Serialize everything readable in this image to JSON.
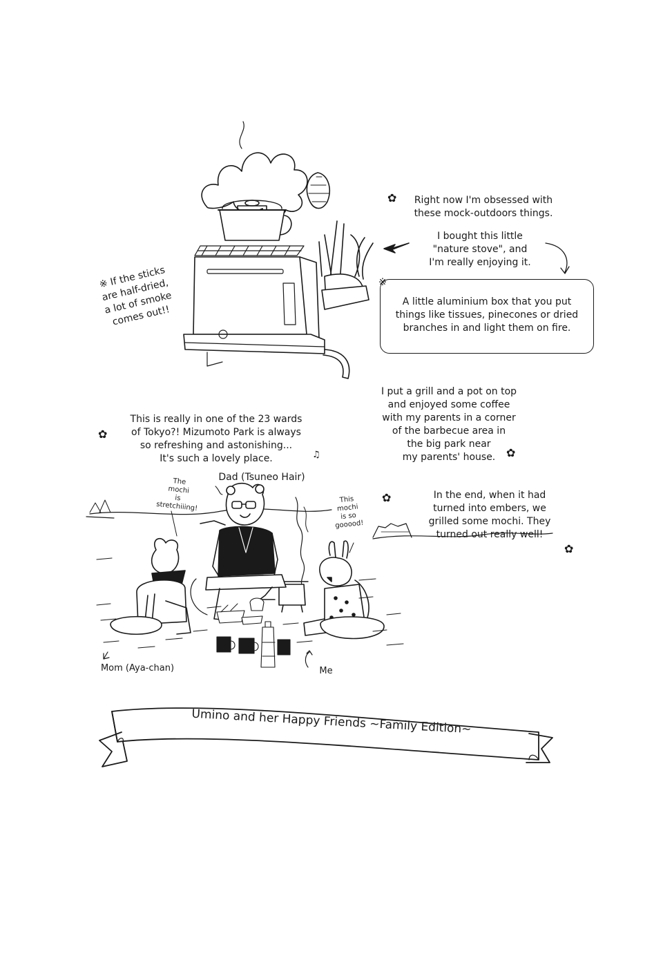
{
  "stove_caption": [
    "Right now I'm obsessed with",
    "these mock-outdoors things."
  ],
  "stove_intro": [
    "I bought this little",
    "\"nature stove\", and",
    "I'm really enjoying it."
  ],
  "note_marker": "※",
  "note_box": [
    "A little aluminium box that you put",
    "things like tissues, pinecones or dried",
    "branches in and light them on fire."
  ],
  "smoke_note": [
    "※ If the sticks",
    "are half-dried,",
    "a lot of smoke",
    "comes out!!"
  ],
  "grill_text": [
    "I put a grill and a pot on top",
    "and enjoyed some coffee",
    "with my parents in a corner",
    "of the barbecue area in",
    "the big park near",
    "my parents' house."
  ],
  "tokyo_text": [
    "This is really in one of the 23 wards",
    "of Tokyo?! Mizumoto Park is always",
    "so refreshing and astonishing...",
    "It's such a lovely place."
  ],
  "embers_text": [
    "In the end, when it had",
    "turned into embers, we",
    "grilled some mochi. They",
    "turned out really well!"
  ],
  "dad_label": "Dad (Tsuneo Hair)",
  "mom_label": "Mom (Aya-chan)",
  "me_label": "Me",
  "bubble_mom": [
    "The",
    "mochi",
    "is",
    "stretchiiing!"
  ],
  "bubble_me": [
    "This",
    "mochi",
    "is so",
    "gooood!"
  ],
  "banner_title": "Umino and her Happy Friends ~Family Edition~",
  "colors": {
    "ink": "#1a1a1a",
    "paper": "#ffffff"
  },
  "icons": [
    "flower-icon",
    "arrow-icon",
    "music-note-icon"
  ]
}
